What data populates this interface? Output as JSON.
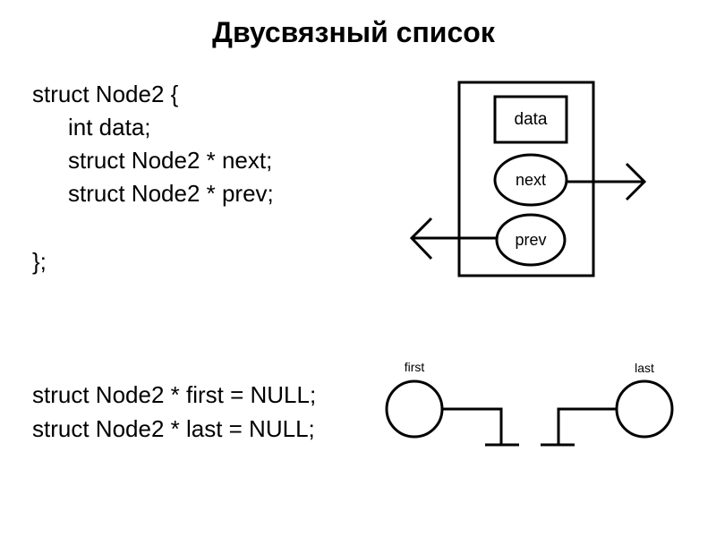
{
  "title": "Двусвязный список",
  "code": {
    "struct_open": "struct Node2 {",
    "field_data": "int data;",
    "field_next": "struct Node2 * next;",
    "field_prev": "struct Node2 * prev;",
    "struct_close": "};",
    "decl_first": "struct Node2 * first = NULL;",
    "decl_last": "struct Node2 * last = NULL;"
  },
  "node_diagram": {
    "data_label": "data",
    "next_label": "next",
    "prev_label": "prev"
  },
  "pointers_diagram": {
    "first_label": "first",
    "last_label": "last"
  }
}
